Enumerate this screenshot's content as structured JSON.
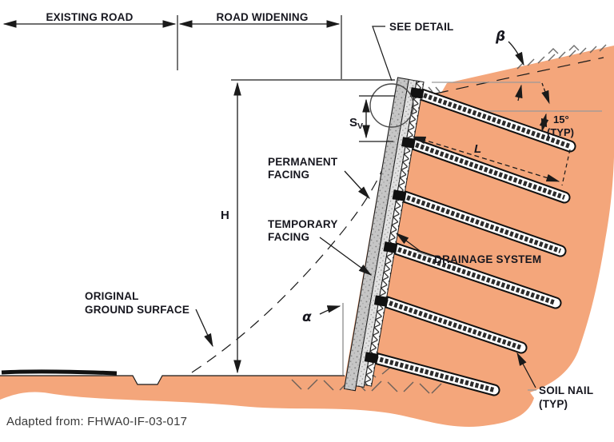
{
  "road_dimensions": {
    "existing": "EXISTING ROAD",
    "widening": "ROAD WIDENING"
  },
  "wall_dimensions": {
    "height": "H",
    "vertical_spacing_main": "S",
    "vertical_spacing_sub": "V",
    "nail_length": "L",
    "nail_inclination": "15°",
    "nail_inclination_note": "(TYP)",
    "face_batter_angle": "α",
    "backslope_angle": "β"
  },
  "callouts": {
    "see_detail": "SEE DETAIL",
    "permanent_facing": [
      "PERMANENT",
      "FACING"
    ],
    "temporary_facing": [
      "TEMPORARY",
      "FACING"
    ],
    "drainage_system": "DRAINAGE SYSTEM",
    "original_ground_surface": [
      "ORIGINAL",
      "GROUND SURFACE"
    ],
    "soil_nail": [
      "SOIL NAIL",
      "(TYP)"
    ]
  },
  "source_note": "Adapted from: FHWA0-IF-03-017",
  "colors": {
    "soil": "#F4A67B",
    "line": "#1a1a1a",
    "label": "#17171f",
    "reference_line": "#9a9a9a",
    "permanent_facing": "#c6c6c6",
    "temporary_facing": "#e0e0e0"
  }
}
